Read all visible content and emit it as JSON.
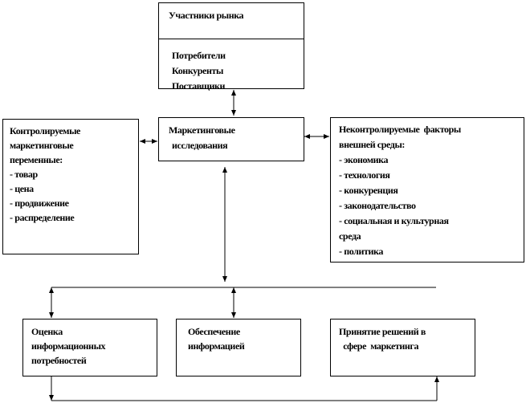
{
  "market_participants": {
    "title": "Участники рынка",
    "items": [
      "Потребители",
      "Конкуренты",
      "Поставщики"
    ]
  },
  "marketing_research": {
    "line1": "Маркетинговые",
    "line2": "исследования"
  },
  "controllable": {
    "lines": [
      "Контролируемые",
      "маркетинговые",
      "переменные:"
    ],
    "items": [
      "- товар",
      "- цена",
      "- продвижение",
      "- распределение"
    ]
  },
  "uncontrollable": {
    "lines": [
      "Неконтролируемые  факторы",
      "внешней среды:"
    ],
    "items": [
      "- экономика",
      "- технология",
      "- конкуренция",
      "- законодательство",
      "- социальная и культурная",
      "среда",
      "- политика"
    ]
  },
  "needs_assessment": {
    "lines": [
      "Оценка",
      "информационных",
      "потребностей"
    ]
  },
  "information_supply": {
    "lines": [
      "Обеспечение",
      "информацией"
    ]
  },
  "decision_making": {
    "lines": [
      "Принятие решений в",
      "  сфере  маркетинга"
    ]
  }
}
